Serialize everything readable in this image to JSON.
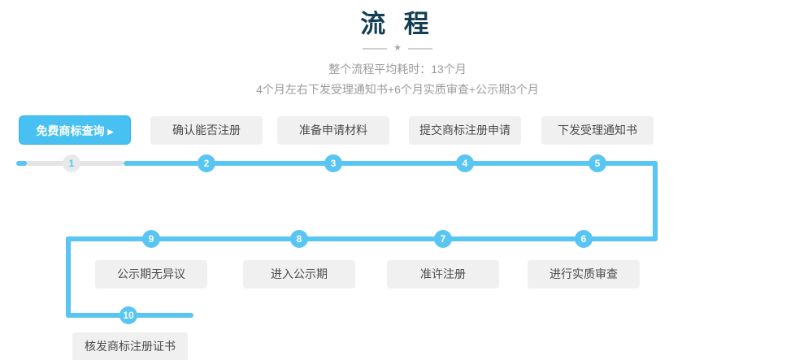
{
  "header": {
    "title": "流 程",
    "divider_star": "★",
    "subtitle_line1": "整个流程平均耗时：13个月",
    "subtitle_line2": "4个月左右下发受理通知书+6个月实质审查+公示期3个月"
  },
  "colors": {
    "accent_blue": "#58c5f3",
    "primary_button_blue": "#49c0f2",
    "title_teal": "#133f52",
    "inactive_gray": "#e9e9e9",
    "step_box_bg": "#f0f0f0",
    "subtitle_gray": "#9b9b9b"
  },
  "flow": {
    "cta_arrow": "▶",
    "steps": [
      {
        "num": "1",
        "label": "免费商标查询"
      },
      {
        "num": "2",
        "label": "确认能否注册"
      },
      {
        "num": "3",
        "label": "准备申请材料"
      },
      {
        "num": "4",
        "label": "提交商标注册申请"
      },
      {
        "num": "5",
        "label": "下发受理通知书"
      },
      {
        "num": "6",
        "label": "进行实质审查"
      },
      {
        "num": "7",
        "label": "准许注册"
      },
      {
        "num": "8",
        "label": "进入公示期"
      },
      {
        "num": "9",
        "label": "公示期无异议"
      },
      {
        "num": "10",
        "label": "核发商标注册证书"
      }
    ]
  }
}
